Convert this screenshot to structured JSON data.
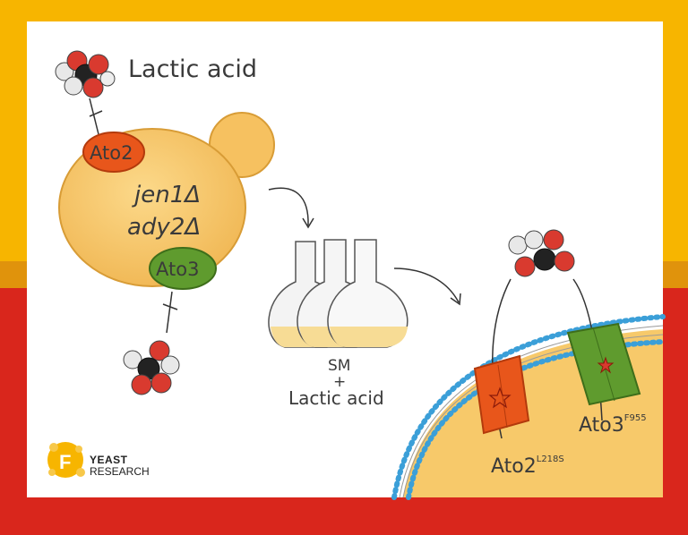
{
  "labels": {
    "lactic_acid_top": "Lactic acid",
    "gene_1": "jen1Δ",
    "gene_2": "ady2Δ",
    "transporter_ato2": "Ato2",
    "transporter_ato3": "Ato3",
    "medium_line1": "SM",
    "medium_line2": "+",
    "medium_line3": "Lactic acid",
    "mutant_ato2_base": "Ato2",
    "mutant_ato2_sup": "L218S",
    "mutant_ato3_base": "Ato3",
    "mutant_ato3_sup": "F955"
  },
  "logo": {
    "line1": "YEAST",
    "line2": "RESEARCH",
    "letter": "F"
  },
  "colors": {
    "frame_yellow": "#f7b500",
    "frame_red": "#d9261c",
    "cell_fill": "#f7c96a",
    "ato2": "#e8561b",
    "ato3": "#5f9b2e",
    "membrane_blue": "#3b9fd8"
  }
}
